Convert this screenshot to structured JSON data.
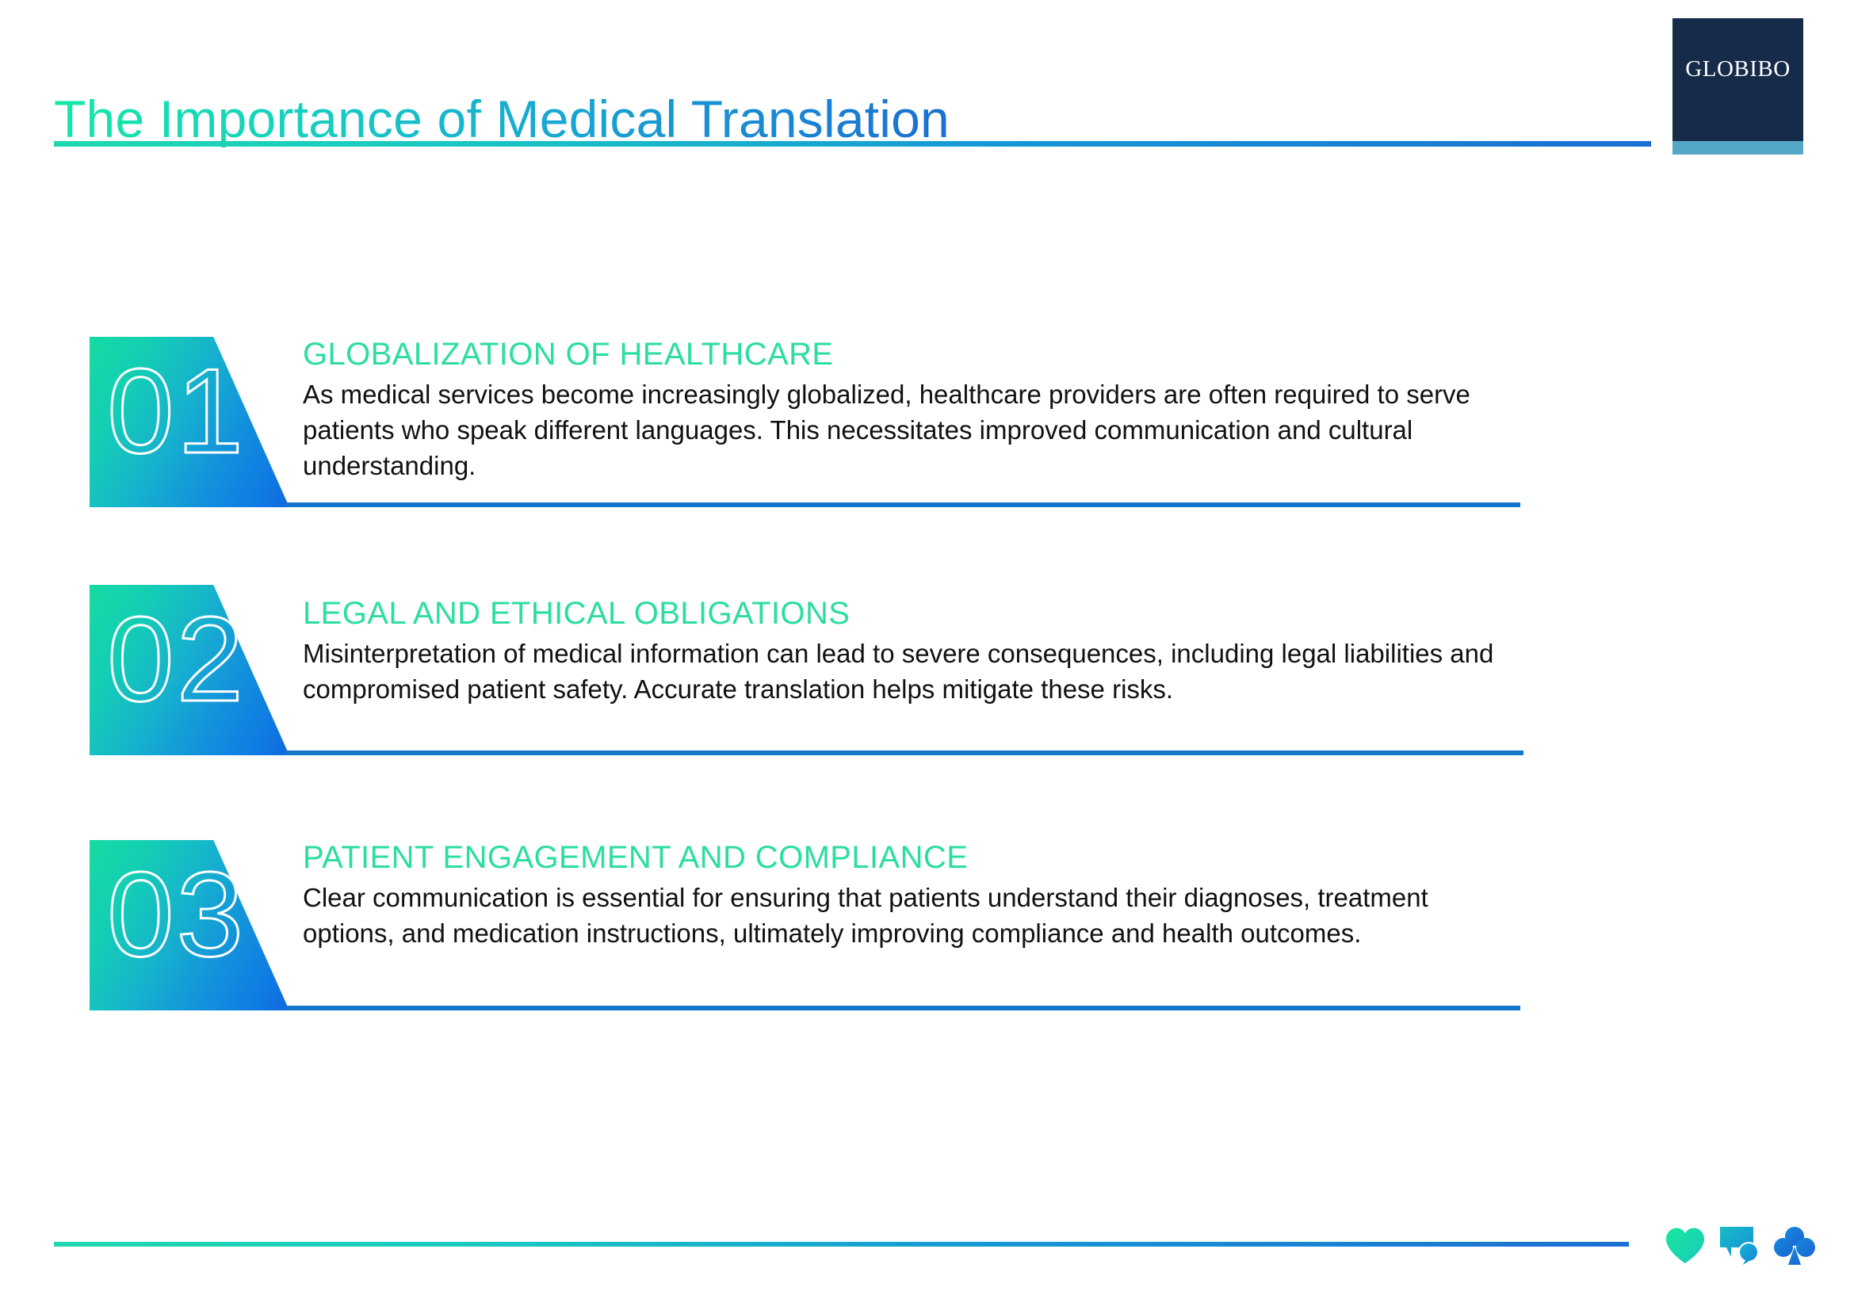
{
  "header": {
    "title": "The Importance of Medical Translation",
    "rule_gradient": [
      "#1ed9b0",
      "#1a6fd4"
    ],
    "title_gradient": [
      "#16e8a6",
      "#1a6fd4"
    ]
  },
  "logo": {
    "wordmark": "GLOBIBO",
    "box_color": "#152b49",
    "bar_color": "#54a8c6",
    "text_color": "#ffffff"
  },
  "blocks": [
    {
      "number": "01",
      "heading": "GLOBALIZATION OF HEALTHCARE",
      "text": "As medical services become increasingly globalized, healthcare providers are often required to serve patients who speak different languages. This necessitates improved communication and cultural understanding.",
      "heading_color": "#2cdda2",
      "rule_color": "#1574cb"
    },
    {
      "number": "02",
      "heading": "LEGAL AND ETHICAL OBLIGATIONS",
      "text": "Misinterpretation of medical information can lead to severe consequences, including legal liabilities and compromised patient safety. Accurate translation helps mitigate these risks.",
      "heading_color": "#2cdda2",
      "rule_color": "#1574cb"
    },
    {
      "number": "03",
      "heading": "PATIENT ENGAGEMENT AND COMPLIANCE",
      "text": "Clear communication is essential for ensuring that patients understand their diagnoses, treatment options, and medication instructions, ultimately improving compliance and health outcomes.",
      "heading_color": "#2cdda2",
      "rule_color": "#1574cb"
    }
  ],
  "footer": {
    "rule_gradient": [
      "#1ed9b0",
      "#1a6fd4"
    ],
    "icons": [
      {
        "name": "heart-icon",
        "color_from": "#18e6a0",
        "color_to": "#19c9ba"
      },
      {
        "name": "chat-bubble-search-icon",
        "color_from": "#17b9c8",
        "color_to": "#1590d8"
      },
      {
        "name": "club-icon",
        "color_from": "#1585dd",
        "color_to": "#1a6fd4"
      }
    ]
  }
}
